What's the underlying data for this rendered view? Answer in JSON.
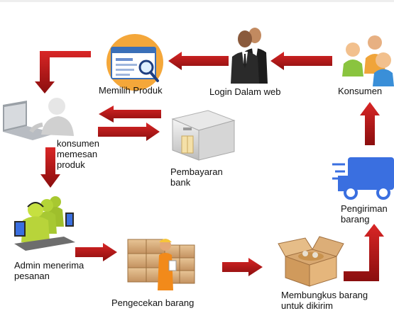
{
  "colors": {
    "arrow": "#c41a1a",
    "arrow_dark": "#7c0c0c",
    "truck": "#3a6fe0"
  },
  "nodes": {
    "konsumen": {
      "label": "Konsumen",
      "icon": "people-icon"
    },
    "login": {
      "label": "Login Dalam web",
      "icon": "businessmen-icon"
    },
    "memilih": {
      "label": "Memilih Produk",
      "icon": "web-browser-search-icon"
    },
    "memesan": {
      "label": "konsumen memesan produk",
      "icon": "person-laptop-icon"
    },
    "bank": {
      "label": "Pembayaran bank",
      "icon": "bank-building-icon"
    },
    "admin": {
      "label": "Admin menerima pesanan",
      "icon": "call-center-icon"
    },
    "cek": {
      "label": "Pengecekan barang",
      "icon": "warehouse-worker-icon"
    },
    "bungkus": {
      "label": "Membungkus barang untuk dikirim",
      "icon": "open-box-icon"
    },
    "kirim": {
      "label": "Pengiriman barang",
      "icon": "delivery-truck-icon"
    }
  }
}
